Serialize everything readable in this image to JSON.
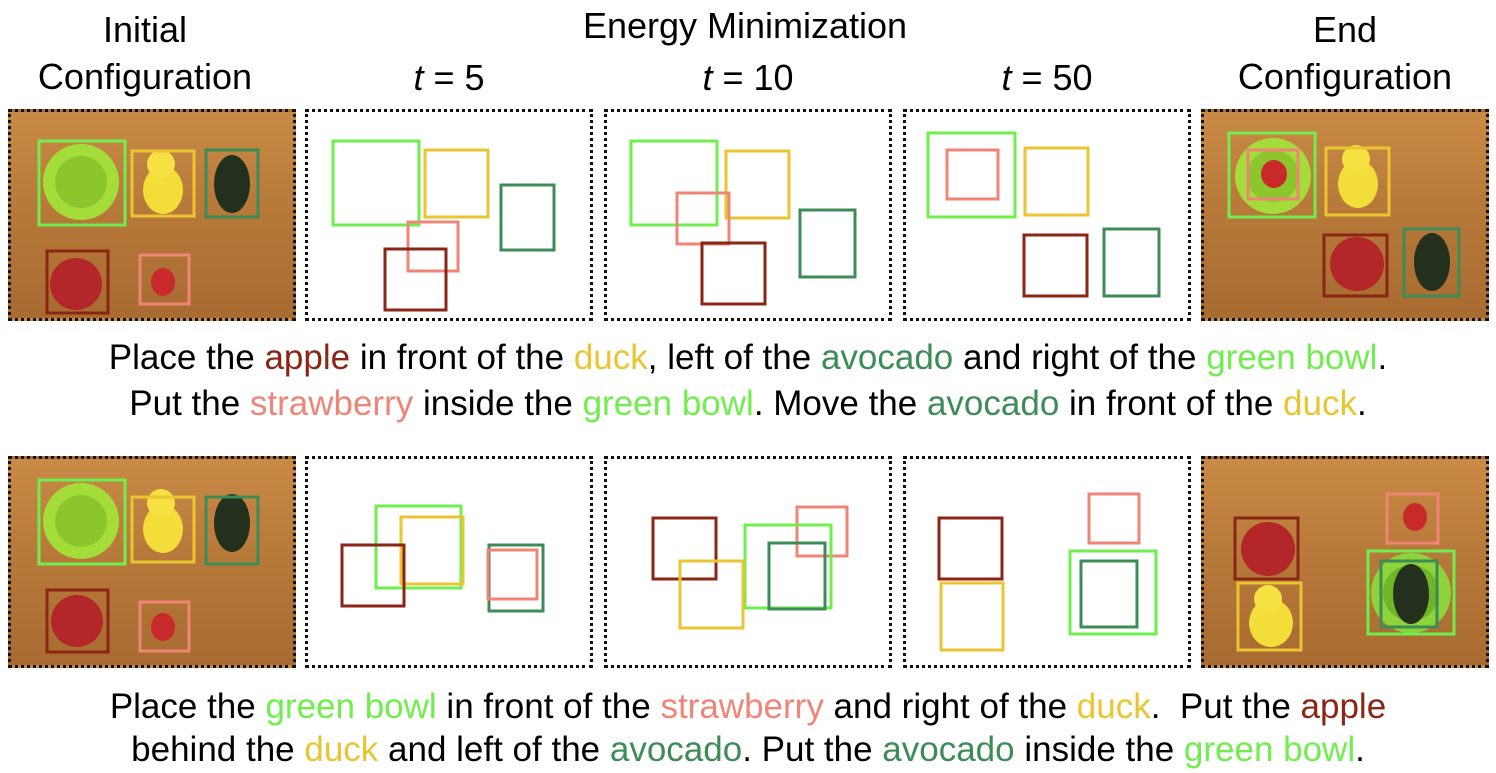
{
  "headers": {
    "initial": [
      "Initial",
      "Configuration"
    ],
    "energy": "Energy Minimization",
    "end": [
      "End",
      "Configuration"
    ],
    "steps": [
      {
        "var": "t",
        "eq": " = 5"
      },
      {
        "var": "t",
        "eq": " = 10"
      },
      {
        "var": "t",
        "eq": " = 50"
      }
    ]
  },
  "colors": {
    "apple": "#8b2515",
    "duck": "#e8c531",
    "avocado": "#3d8c57",
    "green_bowl": "#6fee4d",
    "strawberry": "#ef8577"
  },
  "captions": [
    [
      [
        {
          "text": "Place the "
        },
        {
          "text": "apple",
          "obj": "apple"
        },
        {
          "text": " in front of the "
        },
        {
          "text": "duck",
          "obj": "duck"
        },
        {
          "text": ", left of the "
        },
        {
          "text": "avocado",
          "obj": "avocado"
        },
        {
          "text": " and right of the "
        },
        {
          "text": "green bowl",
          "obj": "green_bowl"
        },
        {
          "text": "."
        }
      ],
      [
        {
          "text": "Put the "
        },
        {
          "text": "strawberry",
          "obj": "strawberry"
        },
        {
          "text": " inside the "
        },
        {
          "text": "green bowl",
          "obj": "green_bowl"
        },
        {
          "text": ". Move the "
        },
        {
          "text": "avocado",
          "obj": "avocado"
        },
        {
          "text": " in front of the "
        },
        {
          "text": "duck",
          "obj": "duck"
        },
        {
          "text": "."
        }
      ]
    ],
    [
      [
        {
          "text": "Place the "
        },
        {
          "text": "green bowl",
          "obj": "green_bowl"
        },
        {
          "text": " in front of the "
        },
        {
          "text": "strawberry",
          "obj": "strawberry"
        },
        {
          "text": " and right of the "
        },
        {
          "text": "duck",
          "obj": "duck"
        },
        {
          "text": ".  Put the "
        },
        {
          "text": "apple",
          "obj": "apple"
        }
      ],
      [
        {
          "text": "behind the "
        },
        {
          "text": "duck",
          "obj": "duck"
        },
        {
          "text": " and left of the "
        },
        {
          "text": "avocado",
          "obj": "avocado"
        },
        {
          "text": ". Put the "
        },
        {
          "text": "avocado",
          "obj": "avocado"
        },
        {
          "text": " inside the "
        },
        {
          "text": "green bowl",
          "obj": "green_bowl"
        },
        {
          "text": "."
        }
      ]
    ]
  ]
}
